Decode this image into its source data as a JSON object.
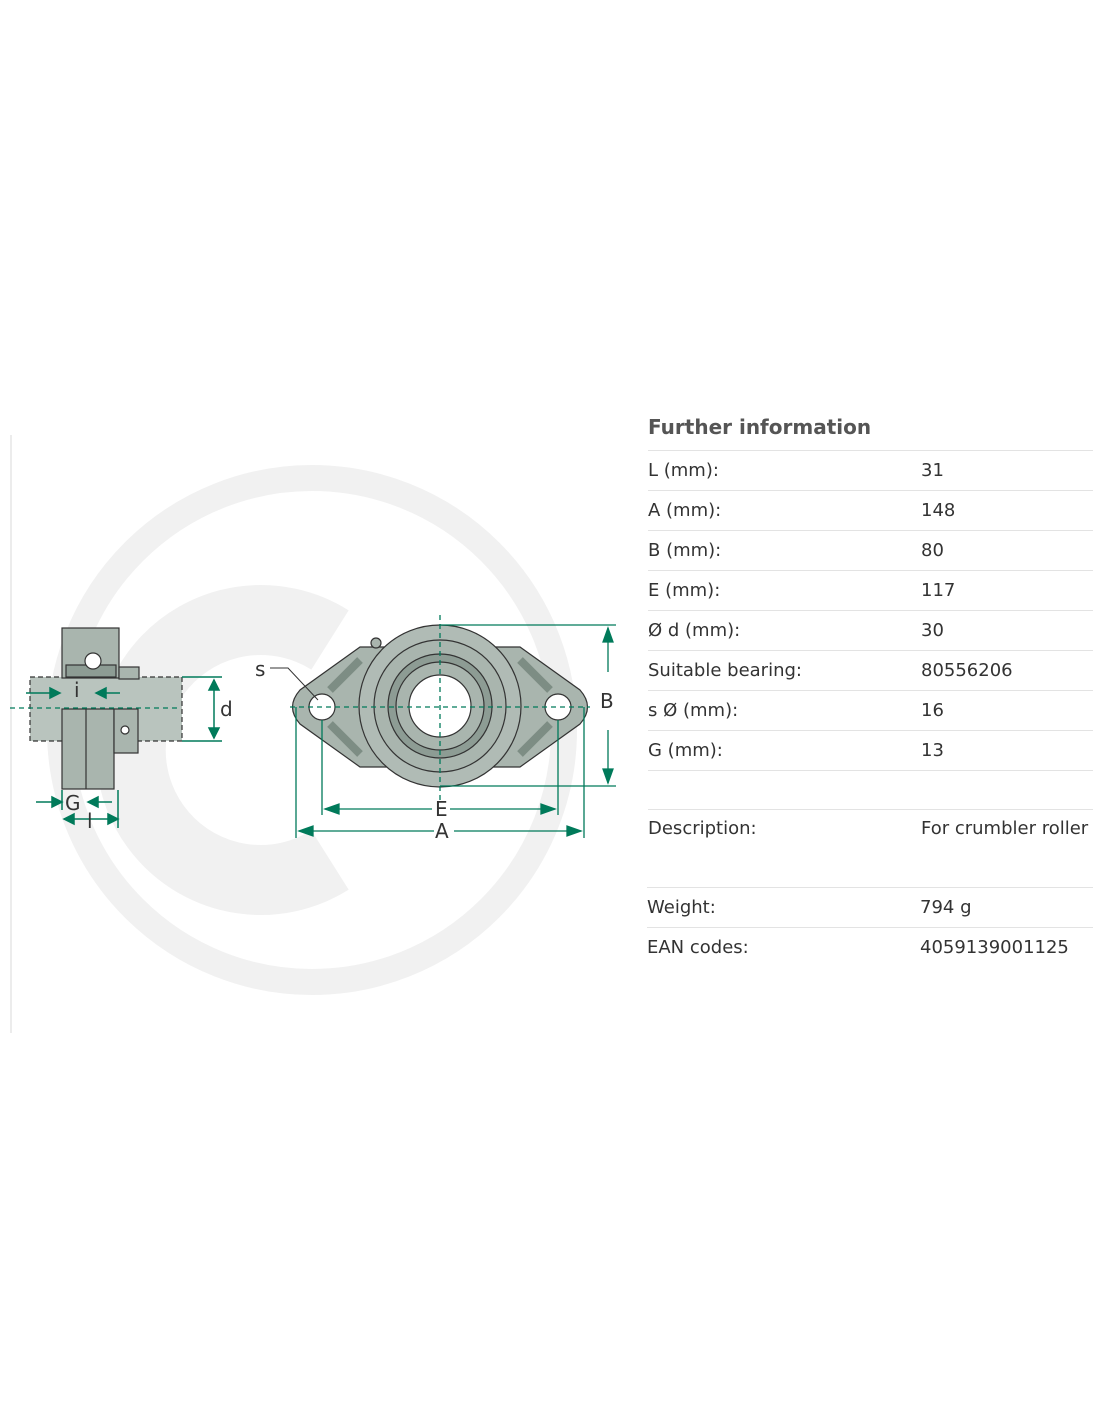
{
  "diagram": {
    "labels": {
      "i": "i",
      "d": "d",
      "G": "G",
      "L": "l",
      "s": "s",
      "B": "B",
      "E": "E",
      "A": "A"
    },
    "colors": {
      "dimension": "#007a5a",
      "part": "#a9b5ae",
      "part_dark": "#7d8d84",
      "watermark": "#f0f0f0"
    }
  },
  "info": {
    "title": "Further information",
    "rows": [
      {
        "label": "L (mm):",
        "value": "31"
      },
      {
        "label": "A (mm):",
        "value": "148"
      },
      {
        "label": "B (mm):",
        "value": "80"
      },
      {
        "label": "E (mm):",
        "value": "117"
      },
      {
        "label": "Ø d (mm):",
        "value": "30"
      },
      {
        "label": "Suitable bearing:",
        "value": "80556206"
      },
      {
        "label": "s Ø (mm):",
        "value": "16"
      },
      {
        "label": "G (mm):",
        "value": "13"
      }
    ],
    "description": {
      "label": "Description:",
      "value": "For crumbler roller"
    },
    "weight": {
      "label": "Weight:",
      "value": "794 g"
    },
    "ean": {
      "label": "EAN codes:",
      "value": "4059139001125"
    }
  }
}
